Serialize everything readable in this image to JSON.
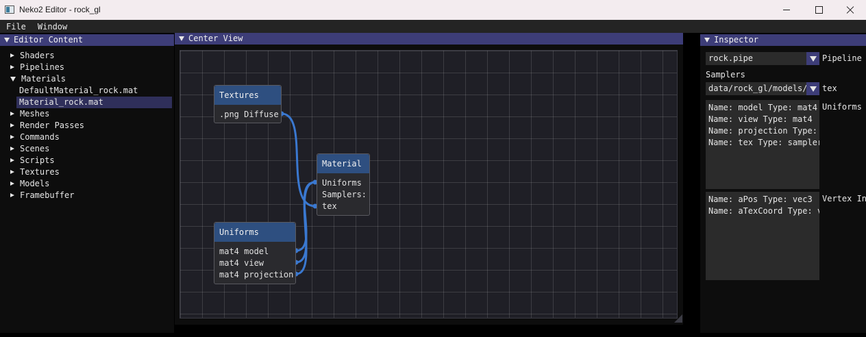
{
  "window": {
    "title": "Neko2 Editor - rock_gl"
  },
  "menu": [
    "File",
    "Window"
  ],
  "editor_content": {
    "title": "Editor Content",
    "items": [
      {
        "label": "Shaders",
        "expanded": false
      },
      {
        "label": "Pipelines",
        "expanded": false
      },
      {
        "label": "Materials",
        "expanded": true,
        "children": [
          {
            "label": "DefaultMaterial_rock.mat",
            "selected": false
          },
          {
            "label": "Material_rock.mat",
            "selected": true
          }
        ]
      },
      {
        "label": "Meshes",
        "expanded": false
      },
      {
        "label": "Render Passes",
        "expanded": false
      },
      {
        "label": "Commands",
        "expanded": false
      },
      {
        "label": "Scenes",
        "expanded": false
      },
      {
        "label": "Scripts",
        "expanded": false
      },
      {
        "label": "Textures",
        "expanded": false
      },
      {
        "label": "Models",
        "expanded": false
      },
      {
        "label": "Framebuffer",
        "expanded": false
      }
    ]
  },
  "center_view": {
    "title": "Center View",
    "nodes": {
      "textures": {
        "title": "Textures",
        "rows": [
          ".png Diffuse"
        ]
      },
      "material": {
        "title": "Material",
        "rows": [
          "Uniforms",
          "Samplers:",
          "tex"
        ]
      },
      "uniforms": {
        "title": "Uniforms",
        "rows": [
          "mat4 model",
          "mat4 view",
          "mat4 projection"
        ]
      }
    },
    "link_color": "#3a78d0"
  },
  "inspector": {
    "title": "Inspector",
    "pipeline_value": "rock.pipe",
    "pipeline_label": "Pipeline",
    "samplers_heading": "Samplers",
    "sampler_value": "data/rock_gl/models/r",
    "sampler_label": "tex",
    "uniforms_label": "Uniforms",
    "uniforms": [
      "Name: model Type: mat4",
      "Name: view Type: mat4",
      "Name: projection Type:",
      "Name: tex Type: sampler"
    ],
    "vertex_label": "Vertex In",
    "vertex_inputs": [
      "Name: aPos Type: vec3",
      "Name: aTexCoord Type: v"
    ]
  }
}
